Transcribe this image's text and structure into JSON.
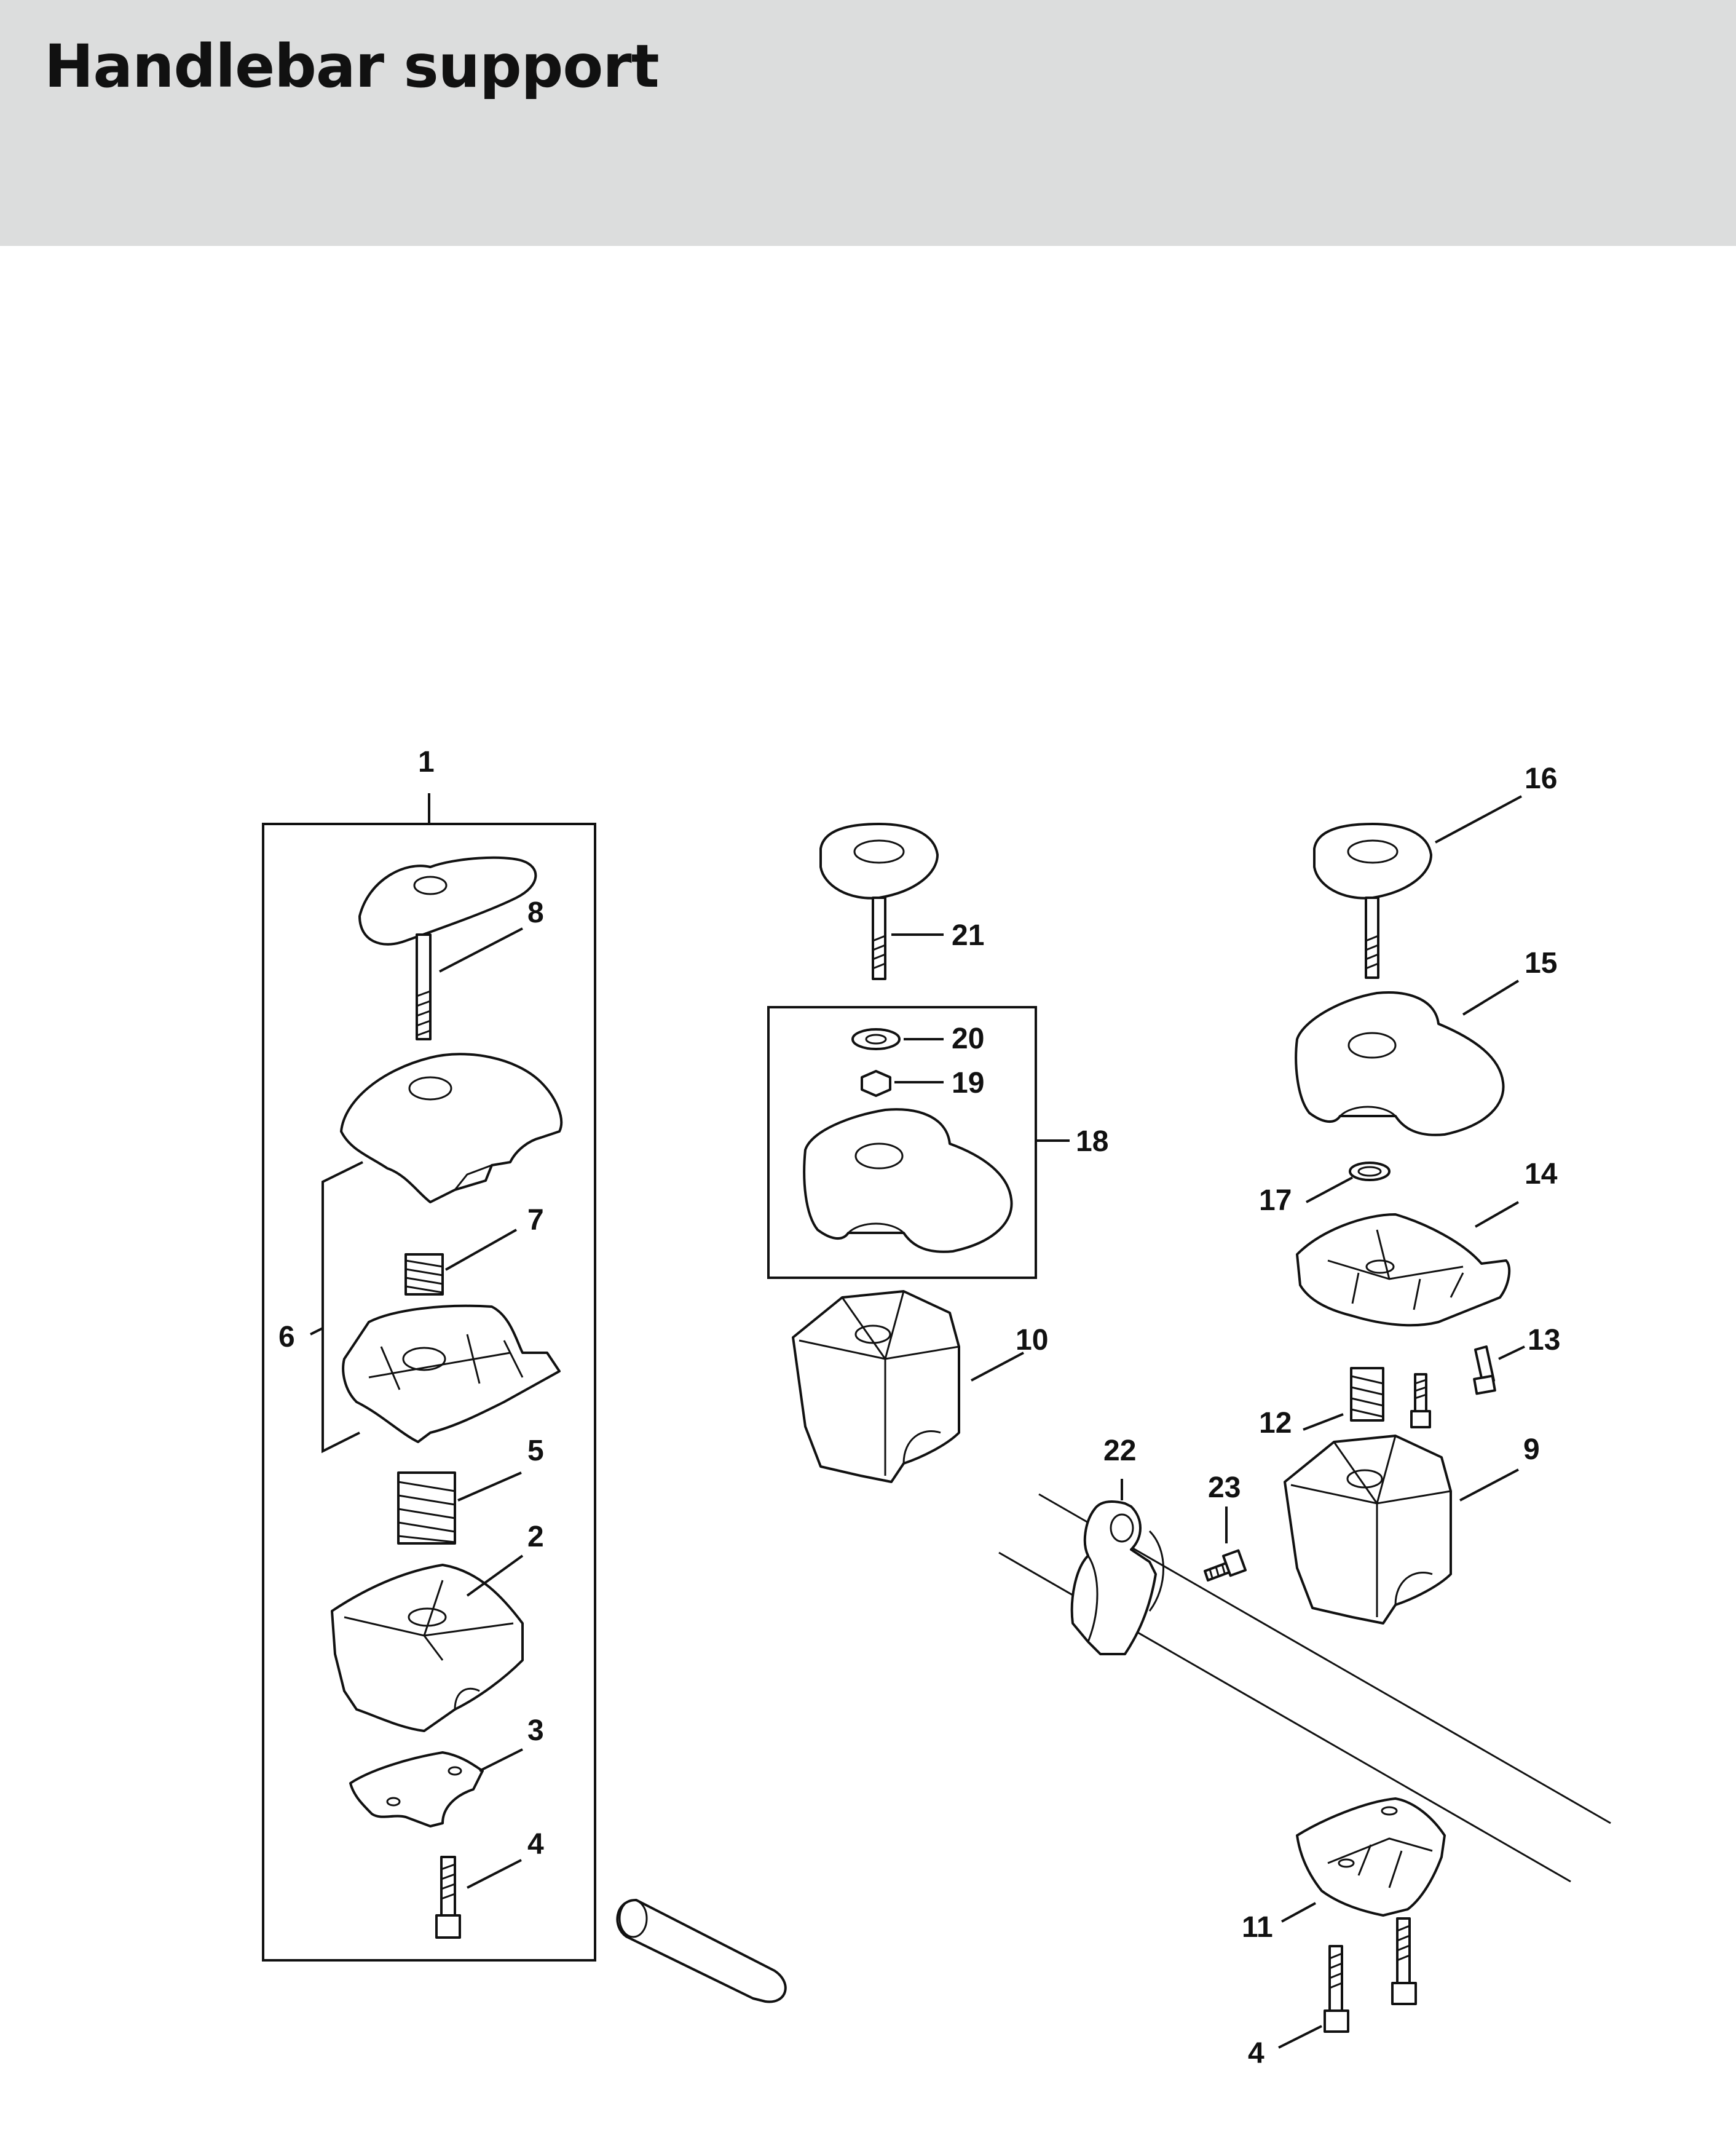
{
  "title": "Handlebar support",
  "callouts": {
    "c1": "1",
    "c2": "2",
    "c3": "3",
    "c4a": "4",
    "c4b": "4",
    "c5": "5",
    "c6": "6",
    "c7": "7",
    "c8": "8",
    "c9": "9",
    "c10": "10",
    "c11": "11",
    "c12": "12",
    "c13": "13",
    "c14": "14",
    "c15": "15",
    "c16": "16",
    "c17": "17",
    "c18": "18",
    "c19": "19",
    "c20": "20",
    "c21": "21",
    "c22": "22",
    "c23": "23"
  }
}
